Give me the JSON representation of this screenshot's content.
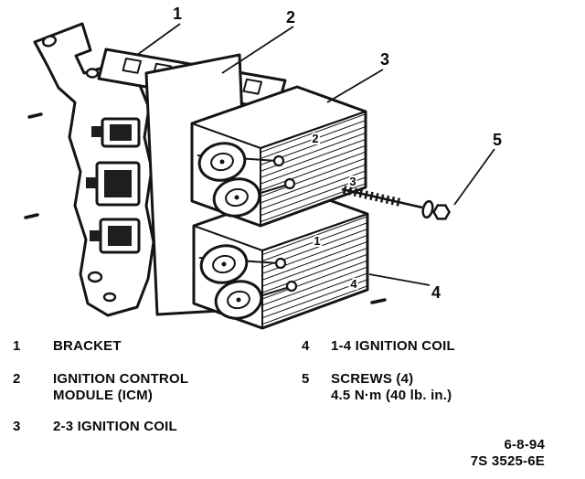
{
  "colors": {
    "ink": "#141414",
    "paper": "#ffffff"
  },
  "diagram": {
    "callouts": {
      "one": "1",
      "two": "2",
      "three": "3",
      "four": "4",
      "five": "5"
    },
    "terminals": {
      "t2": "2",
      "t3": "3",
      "t1": "1",
      "t4": "4"
    }
  },
  "legend": {
    "items": [
      {
        "num": "1",
        "lines": [
          "BRACKET"
        ]
      },
      {
        "num": "2",
        "lines": [
          "IGNITION CONTROL",
          "MODULE (ICM)"
        ]
      },
      {
        "num": "3",
        "lines": [
          "2-3 IGNITION COIL"
        ]
      },
      {
        "num": "4",
        "lines": [
          "1-4 IGNITION COIL"
        ]
      },
      {
        "num": "5",
        "lines": [
          "SCREWS (4)",
          "4.5 N·m (40 lb. in.)"
        ]
      }
    ],
    "date": "6-8-94",
    "code": "7S 3525-6E"
  }
}
